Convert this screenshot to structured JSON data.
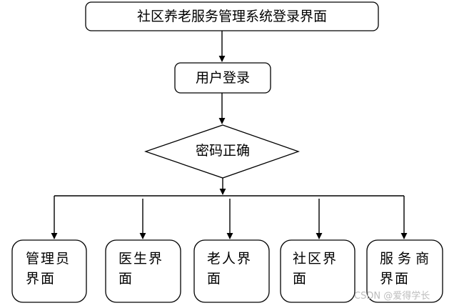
{
  "nodes": {
    "title": "社区养老服务管理系统登录界面",
    "login": "用户登录",
    "decision": "密码正确",
    "admin": [
      "管理员",
      "界面"
    ],
    "doctor": [
      "医生界",
      "面"
    ],
    "elder": [
      "老人界",
      "面"
    ],
    "community": [
      "社区界",
      "面"
    ],
    "provider": [
      "服 务 商",
      "界面"
    ]
  },
  "watermark": "CSDN @爱得学长"
}
